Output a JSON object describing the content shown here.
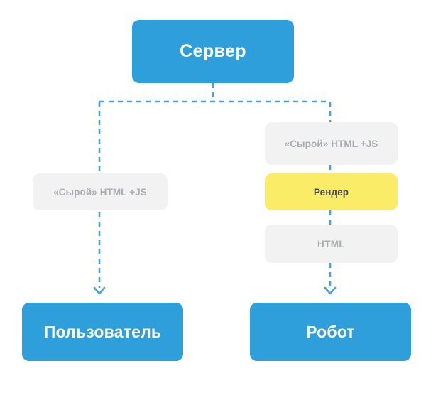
{
  "diagram": {
    "title": "Server rendering flow",
    "colors": {
      "primary": "#2f9fdb",
      "muted_bg": "#f2f2f3",
      "muted_text": "#a9acb0",
      "highlight_bg": "#fbec67",
      "highlight_text": "#4d4d4d",
      "connector": "#4aa3d5",
      "background": "#ffffff"
    },
    "nodes": {
      "server": {
        "label": "Сервер",
        "type": "primary"
      },
      "raw_left": {
        "label": "«Сырой» HTML +JS",
        "type": "muted"
      },
      "raw_right": {
        "label": "«Сырой» HTML +JS",
        "type": "muted"
      },
      "render": {
        "label": "Рендер",
        "type": "highlight"
      },
      "html": {
        "label": "HTML",
        "type": "muted"
      },
      "user": {
        "label": "Пользователь",
        "type": "primary"
      },
      "robot": {
        "label": "Робот",
        "type": "primary"
      }
    },
    "edges": [
      {
        "from": "server",
        "to": "raw_left",
        "style": "dashed"
      },
      {
        "from": "server",
        "to": "raw_right",
        "style": "dashed"
      },
      {
        "from": "raw_left",
        "to": "user",
        "style": "dashed",
        "arrow": "down"
      },
      {
        "from": "html",
        "to": "robot",
        "style": "dashed",
        "arrow": "down"
      }
    ]
  }
}
